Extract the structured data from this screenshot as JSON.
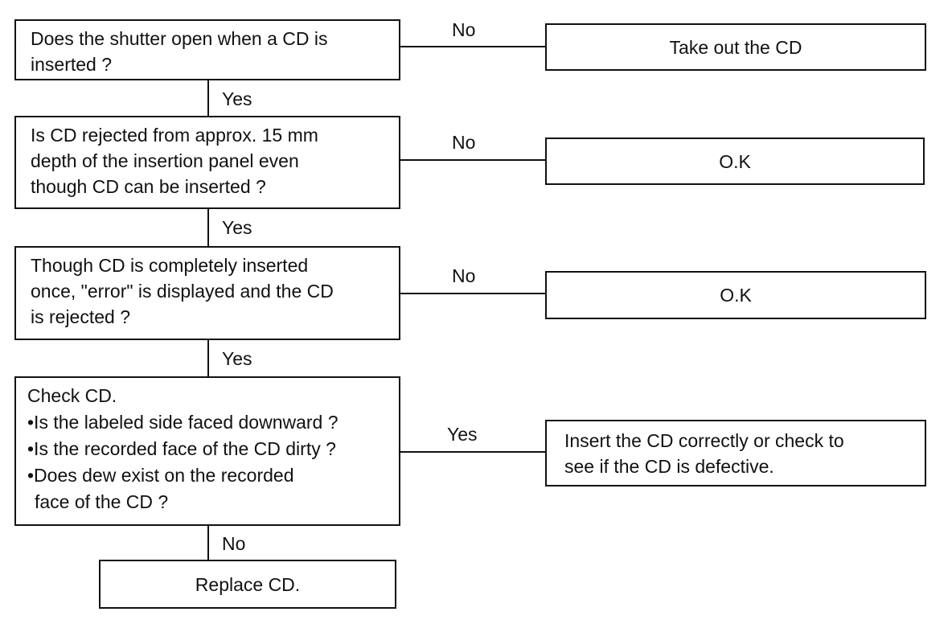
{
  "flow": {
    "q1": {
      "lines": [
        "Does the shutter open when a CD is",
        "inserted ?"
      ],
      "no_label": "No",
      "no_action": "Take out the CD",
      "yes_label": "Yes"
    },
    "q2": {
      "lines": [
        "Is CD rejected from approx. 15 mm",
        "depth of the insertion panel even",
        "though CD can be inserted ?"
      ],
      "no_label": "No",
      "no_action": "O.K",
      "yes_label": "Yes"
    },
    "q3": {
      "lines": [
        "Though CD is completely inserted",
        "once, \"error\" is displayed and the CD",
        "is rejected ?"
      ],
      "no_label": "No",
      "no_action": "O.K",
      "yes_label": "Yes"
    },
    "q4": {
      "lines": [
        "Check CD.",
        "•Is the labeled side faced downward ?",
        "•Is the recorded face of the CD dirty ?",
        "•Does dew exist on the recorded",
        "face of  the CD ?"
      ],
      "yes_label": "Yes",
      "yes_action_lines": [
        "Insert the CD correctly or check to",
        "see if the CD is defective."
      ],
      "no_label": "No"
    },
    "final": {
      "action": "Replace CD."
    }
  }
}
